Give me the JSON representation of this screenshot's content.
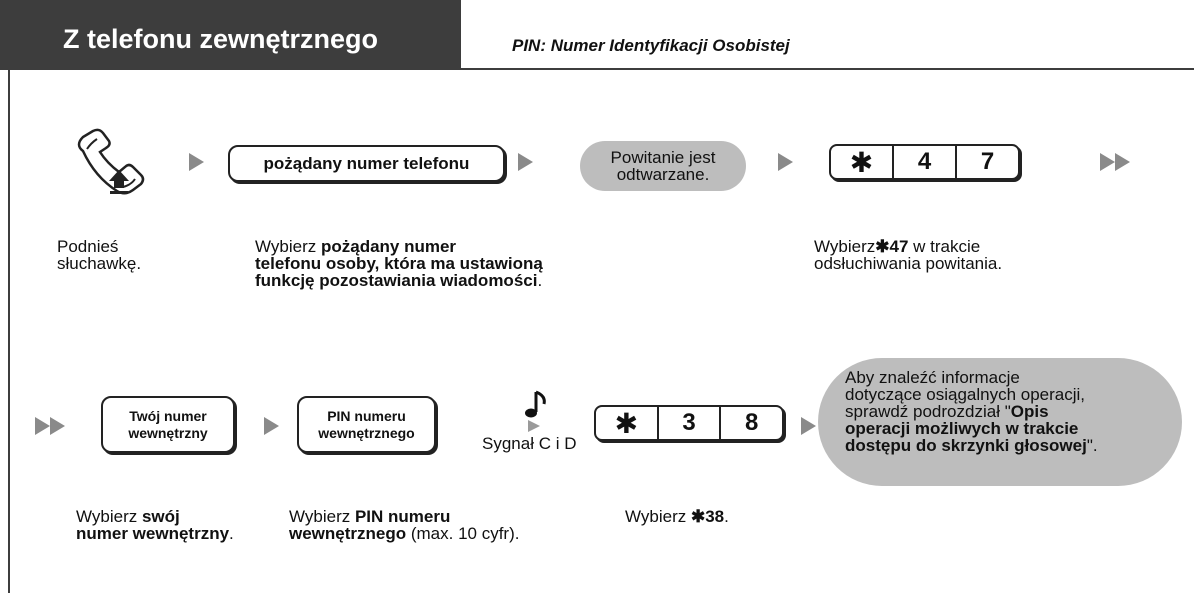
{
  "header": {
    "title": "Z telefonu zewnętrznego",
    "subtitle": "PIN: Numer Identyfikacji Osobistej"
  },
  "row1": {
    "step1_label": [
      "Podnieś",
      "słuchawkę."
    ],
    "step2_button": "pożądany numer telefonu",
    "step2_label": {
      "prefix": "Wybierz ",
      "bold1": "pożądany numer",
      "bold2": "telefonu osoby, która ma ustawioną",
      "bold3": "funkcję pozostawiania wiadomości",
      "suffix": "."
    },
    "step3_bubble": [
      "Powitanie jest",
      "odtwarzane."
    ],
    "step4_keys": [
      "✱",
      "4",
      "7"
    ],
    "step4_label": {
      "prefix": "Wybierz",
      "bold": "✱47",
      "suffix": " w trakcie",
      "line2": "odsłuchiwania powitania."
    },
    "continue_arrow": "▶▶"
  },
  "row2": {
    "lead_arrow": "▶▶",
    "step1_button": [
      "Twój numer",
      "wewnętrzny"
    ],
    "step1_label": {
      "prefix": "Wybierz ",
      "bold1": "swój",
      "bold2": "numer wewnętrzny",
      "suffix": "."
    },
    "step2_button": [
      "PIN numeru",
      "wewnętrznego"
    ],
    "step2_label": {
      "prefix": "Wybierz ",
      "bold1": "PIN numeru",
      "bold2": "wewnętrznego",
      "suffix": " (max. 10 cyfr)."
    },
    "tone_label": "Sygnał C i D",
    "step3_keys": [
      "✱",
      "3",
      "8"
    ],
    "step3_label": {
      "prefix": "Wybierz ",
      "bold": "✱38",
      "suffix": "."
    },
    "info": {
      "line1": "Aby znaleźć informacje",
      "line2": "dotyczące osiągalnych operacji,",
      "line3_prefix": "sprawdź podrozdział \"",
      "line3_bold": "Opis",
      "line4": "operacji możliwych w trakcie",
      "line5_bold": "dostępu do skrzynki głosowej",
      "line5_suffix": "\"."
    }
  },
  "icons": {
    "handset": "handset-off-hook-icon",
    "arrow": "arrow-right-icon",
    "tone": "music-note-icon"
  }
}
